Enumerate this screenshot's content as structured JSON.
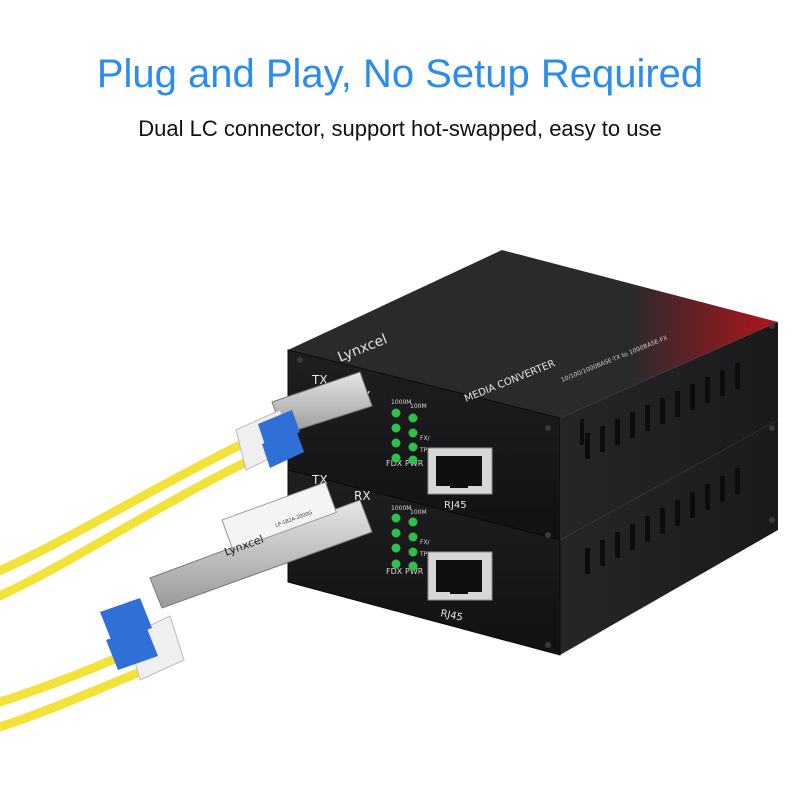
{
  "headline": "Plug and Play, No Setup Required",
  "subheadline": "Dual LC connector, support hot-swapped, easy to use",
  "colors": {
    "headline": "#2a8cf0",
    "device_body": "#2b2b2d",
    "device_accent": "#c8141e",
    "led": "#2fbf4a",
    "cable": "#f2e23a",
    "lc_connector": "#2f6fd6"
  },
  "top_unit": {
    "brand": "Lynxcel",
    "product": "MEDIA CONVERTER",
    "spec": "10/100/1000BASE-TX to 1000BASE-FX",
    "tx_label": "TX",
    "rx_label": "RX",
    "led_1000m": "1000M",
    "led_100m": "100M",
    "led_fx": "FX/",
    "led_tp": "TP/",
    "led_fdx": "FDX",
    "led_pwr": "PWR",
    "port_label": "RJ45"
  },
  "bottom_unit": {
    "tx_label": "TX",
    "rx_label": "RX",
    "led_1000m": "1000M",
    "led_100m": "100M",
    "led_fx": "FX/",
    "led_tp": "TP/",
    "led_fdx": "FDX",
    "led_pwr": "PWR",
    "port_label": "RJ45"
  },
  "sfp_module": {
    "brand": "Lynxcel",
    "part_number": "LP-1B2A-2000G"
  }
}
